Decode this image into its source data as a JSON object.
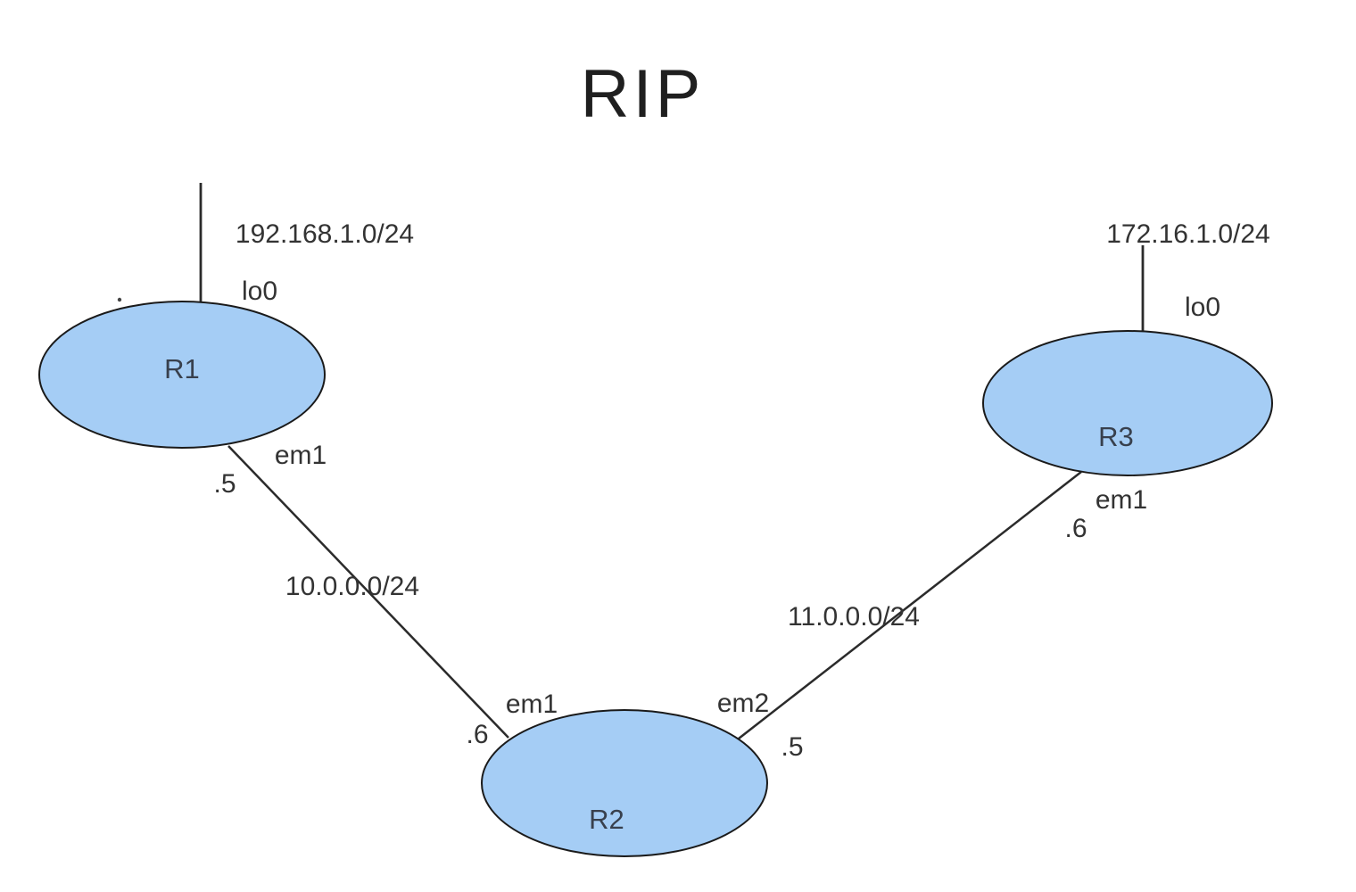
{
  "title": "RIP",
  "diagram": {
    "routers": {
      "r1": {
        "label": "R1",
        "loopback_interface": "lo0",
        "loopback_network": "192.168.1.0/24"
      },
      "r2": {
        "label": "R2"
      },
      "r3": {
        "label": "R3",
        "loopback_interface": "lo0",
        "loopback_network": "172.16.1.0/24"
      }
    },
    "links": {
      "r1_r2": {
        "network": "10.0.0.0/24",
        "r1_interface": "em1",
        "r1_host": ".5",
        "r2_interface": "em1",
        "r2_host": ".6"
      },
      "r2_r3": {
        "network": "11.0.0.0/24",
        "r2_interface": "em2",
        "r2_host": ".5",
        "r3_interface": "em1",
        "r3_host": ".6"
      }
    }
  },
  "colors": {
    "router_fill": "#a5cdf5",
    "router_stroke": "#1a1a1a",
    "line": "#2b2b2b",
    "text": "#333333",
    "background": "#ffffff"
  }
}
